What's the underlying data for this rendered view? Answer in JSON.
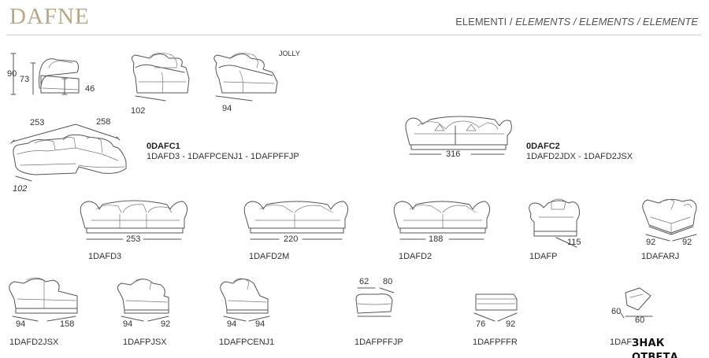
{
  "header": {
    "brand": "DAFNE",
    "elements_prefix": "ELEMENTI / ",
    "elements_translations": "ELEMENTS / ELEMENTS / ELEMENTE"
  },
  "products": {
    "armchair_side": {
      "h_total": "90",
      "h_arm": "73",
      "h_seat": "46"
    },
    "chaise_c1": {
      "width": "102"
    },
    "jolly": {
      "label": "JOLLY",
      "width": "94"
    },
    "corner_set": {
      "w1": "253",
      "w2": "258",
      "depth": "102",
      "code": "0DAFC1",
      "components": "1DAFD3 - 1DAFPCENJ1 - 1DAFPFFJP"
    },
    "corner_set_2": {
      "width": "316",
      "code": "0DAFC2",
      "components": "1DAFD2JDX - 1DAFD2JSX"
    },
    "sofa_3": {
      "width": "253",
      "code": "1DAFD3"
    },
    "sofa_2m": {
      "width": "220",
      "code": "1DAFD2M"
    },
    "sofa_2": {
      "width": "188",
      "code": "1DAFD2"
    },
    "armchair": {
      "width": "115",
      "code": "1DAFP"
    },
    "armchair_arj": {
      "w1": "92",
      "w2": "92",
      "code": "1DAFARJ"
    },
    "sofa_2jsx": {
      "w1": "94",
      "w2": "158",
      "code": "1DAFD2JSX"
    },
    "chair_jsx": {
      "w1": "94",
      "w2": "92",
      "code": "1DAFPJSX"
    },
    "chair_cenj1": {
      "w1": "94",
      "w2": "94",
      "code": "1DAFPCENJ1"
    },
    "pouf_ffjp": {
      "w1": "62",
      "w2": "80",
      "code": "1DAFPFFJP"
    },
    "pouf_ffr": {
      "w1": "76",
      "w2": "92",
      "code": "1DAFPFFR"
    },
    "cushion": {
      "w1": "60",
      "w2": "60",
      "code_visible": "1DAF"
    }
  },
  "overlay": {
    "watermark_text": "ЗНАК ОТВЕТА"
  }
}
